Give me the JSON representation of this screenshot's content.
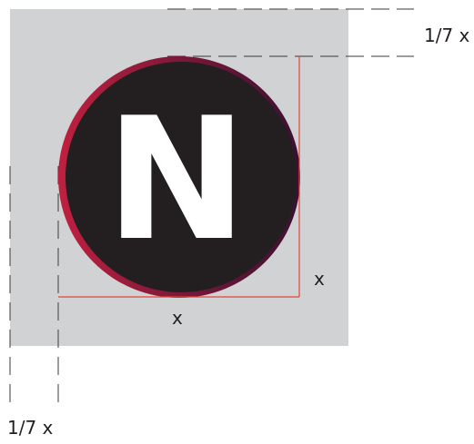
{
  "logo": {
    "letter": "N",
    "colors": {
      "background_square": "#d1d2d4",
      "circle_fill": "#231f20",
      "ring_start": "#c0203f",
      "ring_end": "#3a1033",
      "letter": "#ffffff",
      "measure_lines": "#e0443c",
      "dash_lines": "#3a3a3a"
    }
  },
  "annotations": {
    "top_right_margin": "1/7 x",
    "bottom_left_margin": "1/7 x",
    "vertical_dimension": "x",
    "horizontal_dimension": "x"
  }
}
